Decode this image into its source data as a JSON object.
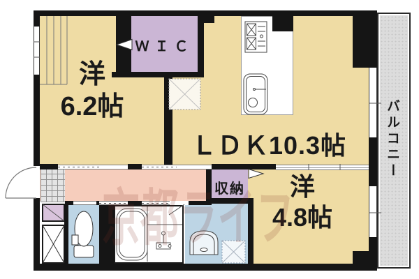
{
  "floorplan": {
    "watermark_text": "京都ライフ",
    "rooms": {
      "western_6_2": {
        "name": "洋",
        "size": "6.2帖"
      },
      "ldk": {
        "label": "ＬＤＫ10.3帖"
      },
      "western_4_8": {
        "name": "洋",
        "size": "4.8帖"
      },
      "wic": {
        "label": "ＷＩＣ"
      },
      "storage": {
        "label": "収納"
      },
      "balcony": {
        "label": "バルコニー"
      }
    },
    "fixtures": [
      "entrance-door",
      "shoe-cabinet",
      "pipe-space",
      "toilet",
      "bathtub",
      "shower-faucet",
      "washbasin",
      "washing-machine-space",
      "gas-stove",
      "kitchen-sink",
      "refrigerator-space",
      "wardrobe-lines",
      "wic-door",
      "storage-door",
      "sliding-doors",
      "windows"
    ],
    "colors": {
      "room_tan": "#EFDCA4",
      "hallway_pink": "#F6CDBC",
      "closet_purple": "#CBB6D5",
      "sanitary_blue": "#BDD5E5",
      "balcony_gray": "#DCDCDC",
      "wall_black": "#151515",
      "watermark_red": "rgba(130,45,35,0.17)"
    }
  }
}
